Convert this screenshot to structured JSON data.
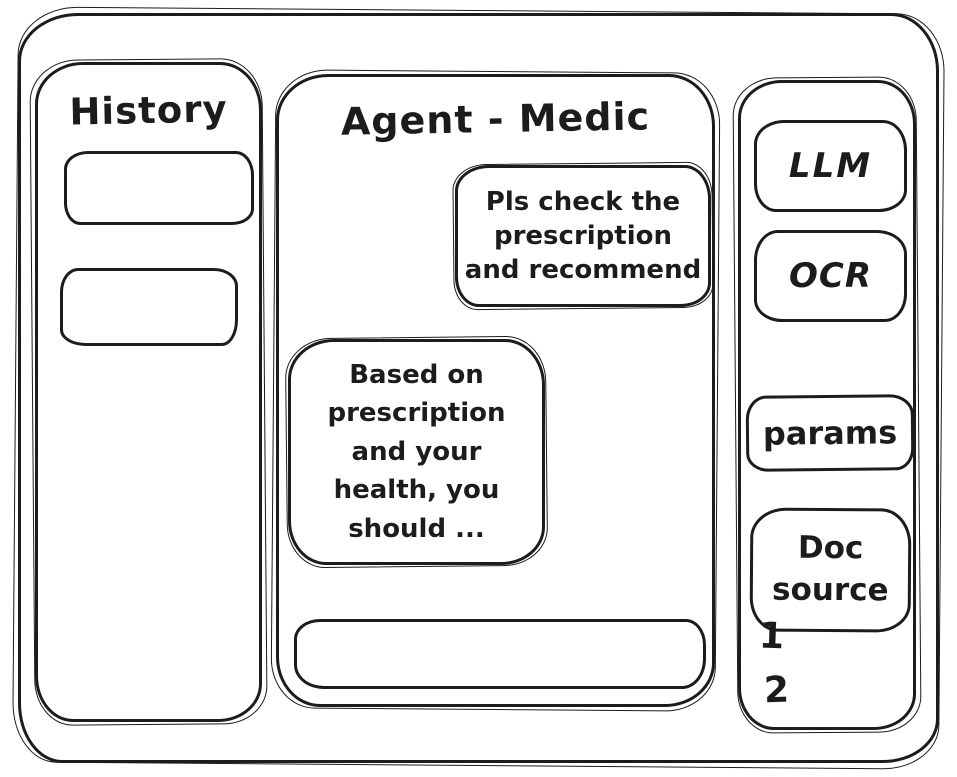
{
  "colors": {
    "ink": "#1c1c1c",
    "background": "#ffffff"
  },
  "history": {
    "title": "History",
    "items": [
      "",
      ""
    ]
  },
  "chat": {
    "title": "Agent - Medic",
    "messages": [
      {
        "role": "user",
        "text": "Pls check the\nprescription\nand recommend"
      },
      {
        "role": "assistant",
        "text": "Based on\nprescription\nand your\nhealth, you\nshould ..."
      }
    ],
    "input": {
      "value": "",
      "placeholder": ""
    }
  },
  "tools": {
    "buttons": [
      {
        "id": "llm",
        "label": "LLM"
      },
      {
        "id": "ocr",
        "label": "OCR"
      },
      {
        "id": "params",
        "label": "params"
      },
      {
        "id": "doc-source",
        "label": "Doc\nsource"
      }
    ],
    "doc_source_items": [
      "1",
      "2"
    ]
  }
}
